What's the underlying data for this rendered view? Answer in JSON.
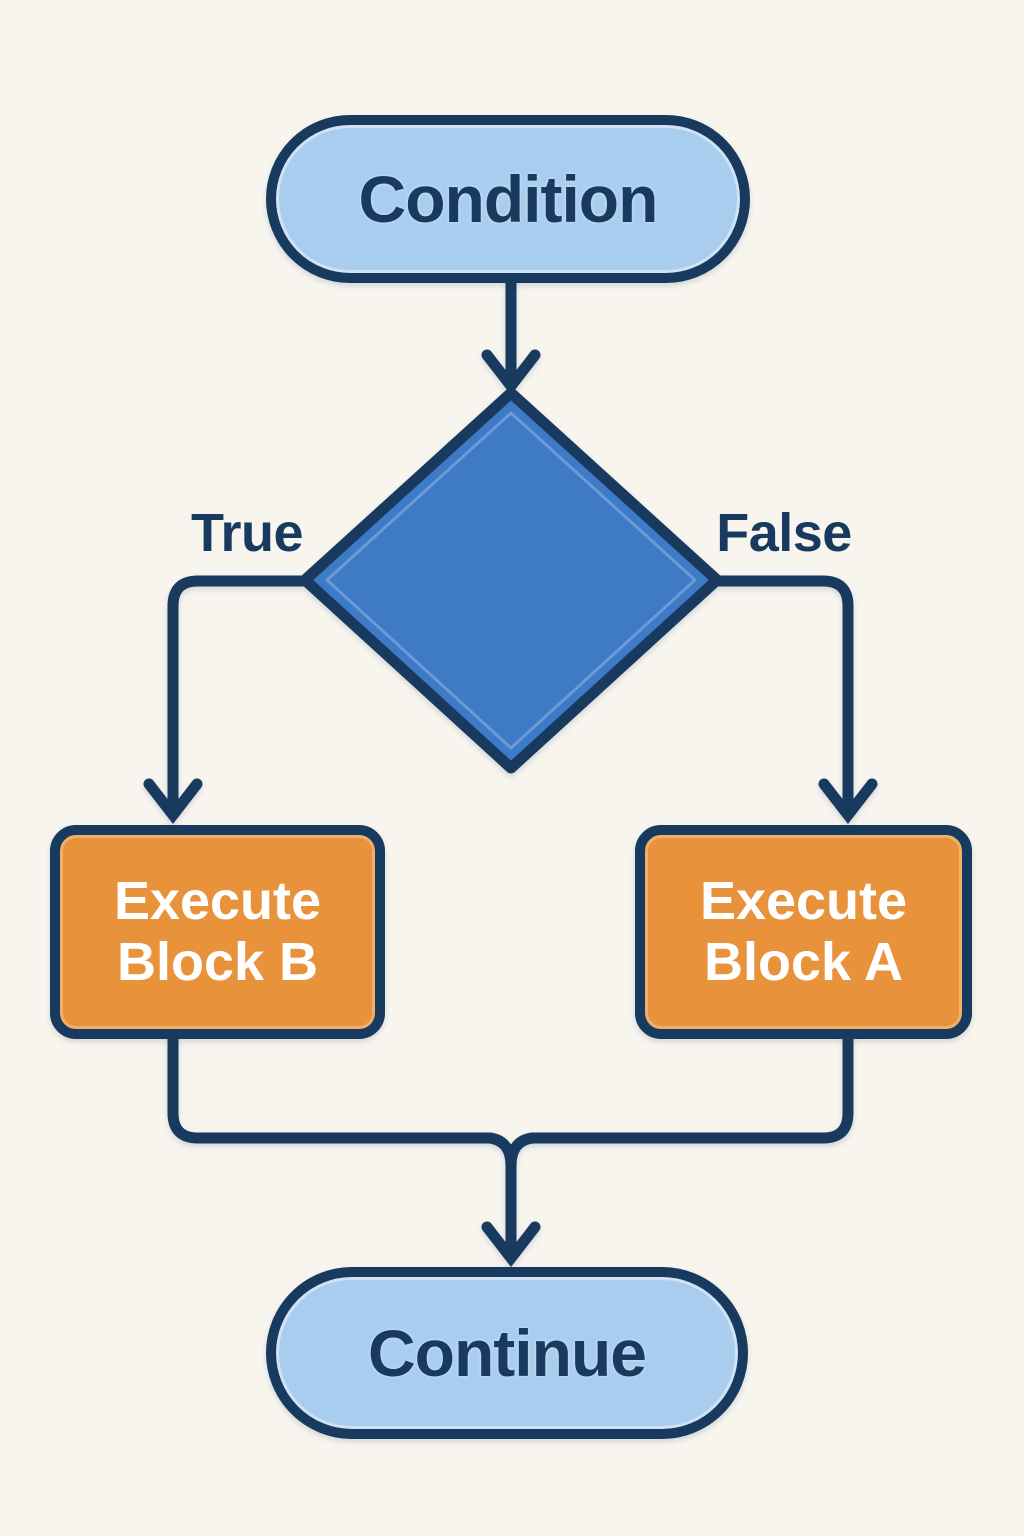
{
  "colors": {
    "background": "#F8F5EF",
    "navy": "#183A5E",
    "light-blue": "#A9CDEE",
    "diamond-blue": "#3E7AC5",
    "orange": "#E9923C",
    "text-white": "#FFFFFF"
  },
  "nodes": {
    "condition": {
      "label": "Condition"
    },
    "block_b": {
      "line1": "Execute",
      "line2": "Block B"
    },
    "block_a": {
      "line1": "Execute",
      "line2": "Block A"
    },
    "continue": {
      "label": "Continue"
    }
  },
  "edges": {
    "true_label": "True",
    "false_label": "False"
  }
}
